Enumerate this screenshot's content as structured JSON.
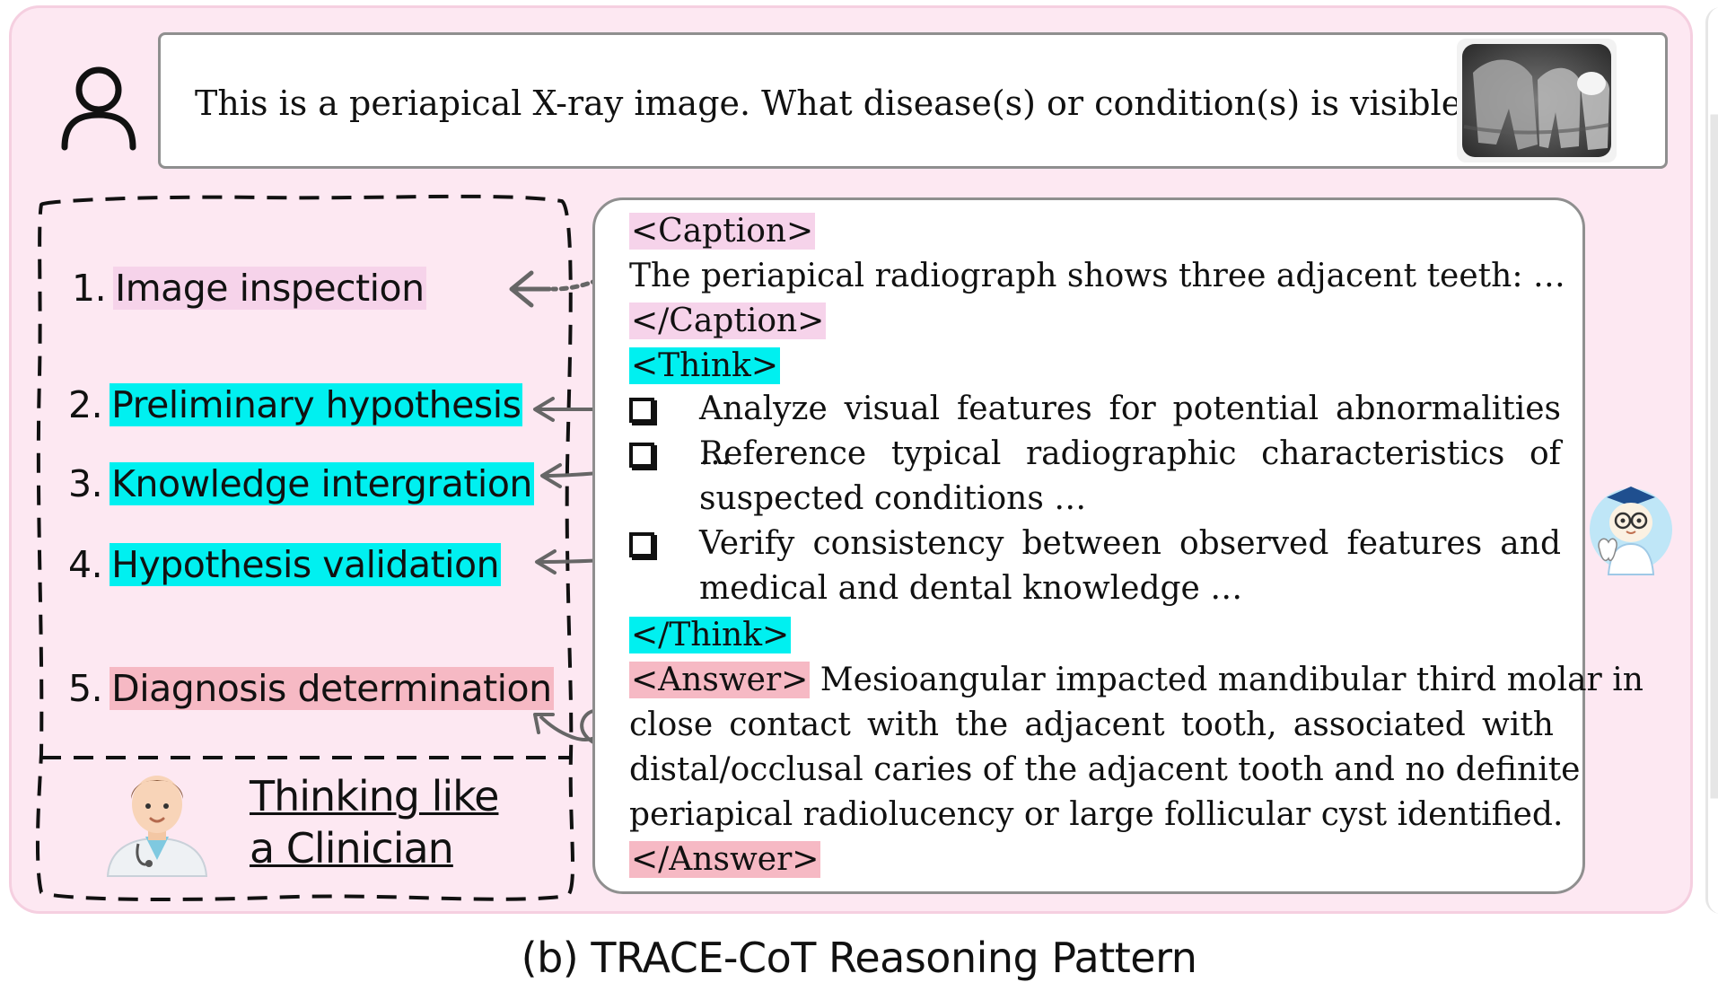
{
  "question": "This is a periapical X-ray image. What disease(s) or condition(s) is visible here?",
  "steps": [
    {
      "num": "1.",
      "label": "Image inspection"
    },
    {
      "num": "2.",
      "label": "Preliminary hypothesis"
    },
    {
      "num": "3.",
      "label": "Knowledge intergration"
    },
    {
      "num": "4.",
      "label": "Hypothesis validation"
    },
    {
      "num": "5.",
      "label": "Diagnosis determination"
    }
  ],
  "clinician": {
    "line1": "Thinking like",
    "line2": "a Clinician"
  },
  "reasoning": {
    "caption_open": "<Caption>",
    "caption_text": "The periapical radiograph shows three adjacent teeth: …",
    "caption_close": "</Caption>",
    "think_open": "<Think>",
    "bullets": [
      "Analyze visual features for potential abnormalities …",
      "Reference typical radiographic characteristics of suspected conditions …",
      "Verify consistency between observed features and medical and dental knowledge …"
    ],
    "think_close": "</Think>",
    "answer_open": "<Answer>",
    "answer_first": "Mesioangular impacted mandibular third molar in",
    "answer_lines": [
      "close contact with the adjacent tooth, associated with",
      "distal/occlusal caries of the adjacent tooth and no definite",
      "periapical radiolucency or large follicular cyst identified."
    ],
    "answer_close": "</Answer>"
  },
  "caption": "(b) TRACE-CoT Reasoning Pattern",
  "colors": {
    "pink": "#f6d3ea",
    "cyan": "#00f0f0",
    "red": "#f6b9c4",
    "panel": "#fde8f2"
  }
}
